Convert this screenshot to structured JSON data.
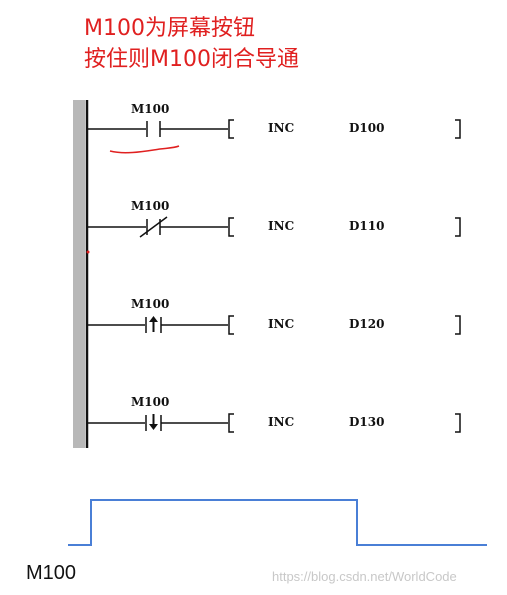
{
  "annotation": {
    "line1": "M100为屏幕按钮",
    "line2": "按住则M100闭合导通"
  },
  "rungs": [
    {
      "contact_label": "M100",
      "contact_type": "normally-open",
      "instruction": "INC",
      "operand": "D100"
    },
    {
      "contact_label": "M100",
      "contact_type": "normally-closed",
      "instruction": "INC",
      "operand": "D110"
    },
    {
      "contact_label": "M100",
      "contact_type": "rising-edge",
      "instruction": "INC",
      "operand": "D120"
    },
    {
      "contact_label": "M100",
      "contact_type": "falling-edge",
      "instruction": "INC",
      "operand": "D130"
    }
  ],
  "waveform": {
    "label": "M100",
    "signal": "pulse"
  },
  "watermark": "https://blog.csdn.net/WorldCode",
  "colors": {
    "annotation": "#e02020",
    "rail": "#111111",
    "rail_shadow": "#b8b8b8",
    "wave": "#4a7fd6",
    "underline": "#e02020"
  }
}
